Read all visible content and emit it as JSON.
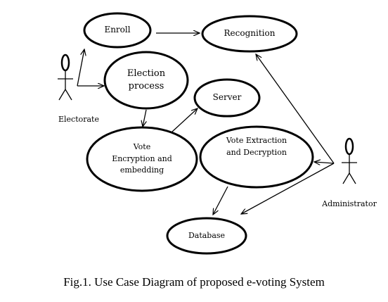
{
  "use_cases": {
    "enroll": "Enroll",
    "recognition": "Recognition",
    "election_process": [
      "Election",
      "process"
    ],
    "server": "Server",
    "vote_encryption": [
      "Vote",
      "Encryption and",
      "embedding"
    ],
    "vote_extraction": [
      "Vote Extraction",
      "and Decryption"
    ],
    "database": "Database"
  },
  "actors": {
    "electorate": "Electorate",
    "administrator": "Administrator"
  },
  "caption": "Fig.1. Use Case Diagram of proposed e-voting System"
}
